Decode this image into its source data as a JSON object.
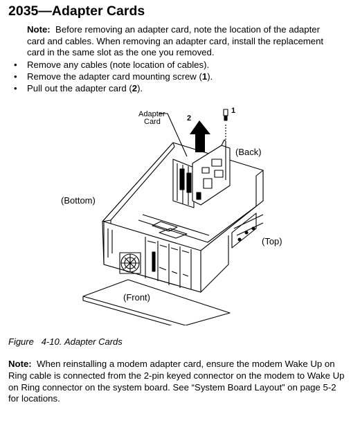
{
  "heading": "2035—Adapter Cards",
  "note_top": {
    "label": "Note:",
    "text": "Before removing an adapter card, note the location of the adapter card and cables. When removing an adapter card, install the replacement card in the same slot as the one you removed."
  },
  "steps": [
    {
      "pre": "Remove any cables (note location of cables).",
      "num": "",
      "post": ""
    },
    {
      "pre": "Remove the adapter card mounting screw (",
      "num": "1",
      "post": ")."
    },
    {
      "pre": "Pull out the adapter card (",
      "num": "2",
      "post": ")."
    }
  ],
  "figure": {
    "label_adapter_line1": "Adapter",
    "label_adapter_line2": "Card",
    "callout_1": "1",
    "callout_2": "2",
    "label_back": "(Back)",
    "label_bottom": "(Bottom)",
    "label_top": "(Top)",
    "label_front": "(Front)"
  },
  "caption": {
    "prefix": "Figure",
    "number": "4-10.",
    "title": "Adapter Cards"
  },
  "note_bottom": {
    "label": "Note:",
    "text": "When reinstalling a modem adapter card, ensure the modem Wake Up on Ring cable is connected from the 2-pin keyed connector on the modem to Wake Up on Ring connector on the system board.  See “System Board Layout” on page 5-2 for locations."
  }
}
